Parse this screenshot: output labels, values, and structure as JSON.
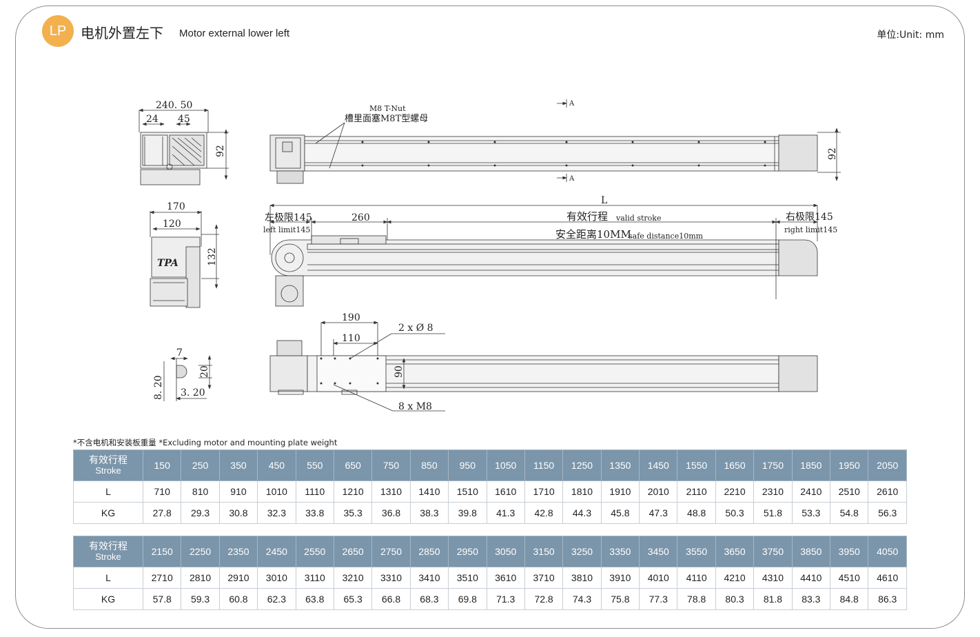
{
  "header": {
    "badge": "LP",
    "title_cn": "电机外置左下",
    "title_en": "Motor external  lower left",
    "unit": "单位:Unit: mm"
  },
  "drawing": {
    "dims": {
      "w240": "240. 50",
      "w24": "24",
      "w45": "45",
      "h92a": "92",
      "nut_en": "M8 T-Nut",
      "nut_cn": "槽里面塞M8T型螺母",
      "h92b": "92",
      "sec_a": "A",
      "sec_a2": "A",
      "w170": "170",
      "w120": "120",
      "h132": "132",
      "logo": "TPA",
      "L": "L",
      "left_cn": "左极限145",
      "left_en": "left limit145",
      "w260": "260",
      "stroke_cn": "有效行程",
      "stroke_en": "valid stroke",
      "right_cn": "右极限145",
      "right_en": "right limit145",
      "safe_cn": "安全距离10MM",
      "safe_en": "safe distance10mm",
      "w190": "190",
      "w110": "110",
      "holes": "2 x Ø 8",
      "h90": "90",
      "m8": "8 x  M8",
      "d7": "7",
      "d20": "20",
      "d820": "8. 20",
      "d320": "3. 20"
    }
  },
  "note": "*不含电机和安装板重量  *Excluding motor and mounting plate weight",
  "tables": [
    {
      "head_cn": "有效行程",
      "head_en": "Stroke",
      "strokes": [
        "150",
        "250",
        "350",
        "450",
        "550",
        "650",
        "750",
        "850",
        "950",
        "1050",
        "1150",
        "1250",
        "1350",
        "1450",
        "1550",
        "1650",
        "1750",
        "1850",
        "1950",
        "2050"
      ],
      "L_label": "L",
      "L": [
        "710",
        "810",
        "910",
        "1010",
        "1110",
        "1210",
        "1310",
        "1410",
        "1510",
        "1610",
        "1710",
        "1810",
        "1910",
        "2010",
        "2110",
        "2210",
        "2310",
        "2410",
        "2510",
        "2610"
      ],
      "KG_label": "KG",
      "KG": [
        "27.8",
        "29.3",
        "30.8",
        "32.3",
        "33.8",
        "35.3",
        "36.8",
        "38.3",
        "39.8",
        "41.3",
        "42.8",
        "44.3",
        "45.8",
        "47.3",
        "48.8",
        "50.3",
        "51.8",
        "53.3",
        "54.8",
        "56.3"
      ]
    },
    {
      "head_cn": "有效行程",
      "head_en": "Stroke",
      "strokes": [
        "2150",
        "2250",
        "2350",
        "2450",
        "2550",
        "2650",
        "2750",
        "2850",
        "2950",
        "3050",
        "3150",
        "3250",
        "3350",
        "3450",
        "3550",
        "3650",
        "3750",
        "3850",
        "3950",
        "4050"
      ],
      "L_label": "L",
      "L": [
        "2710",
        "2810",
        "2910",
        "3010",
        "3110",
        "3210",
        "3310",
        "3410",
        "3510",
        "3610",
        "3710",
        "3810",
        "3910",
        "4010",
        "4110",
        "4210",
        "4310",
        "4410",
        "4510",
        "4610"
      ],
      "KG_label": "KG",
      "KG": [
        "57.8",
        "59.3",
        "60.8",
        "62.3",
        "63.8",
        "65.3",
        "66.8",
        "68.3",
        "69.8",
        "71.3",
        "72.8",
        "74.3",
        "75.8",
        "77.3",
        "78.8",
        "80.3",
        "81.8",
        "83.3",
        "84.8",
        "86.3"
      ]
    }
  ]
}
